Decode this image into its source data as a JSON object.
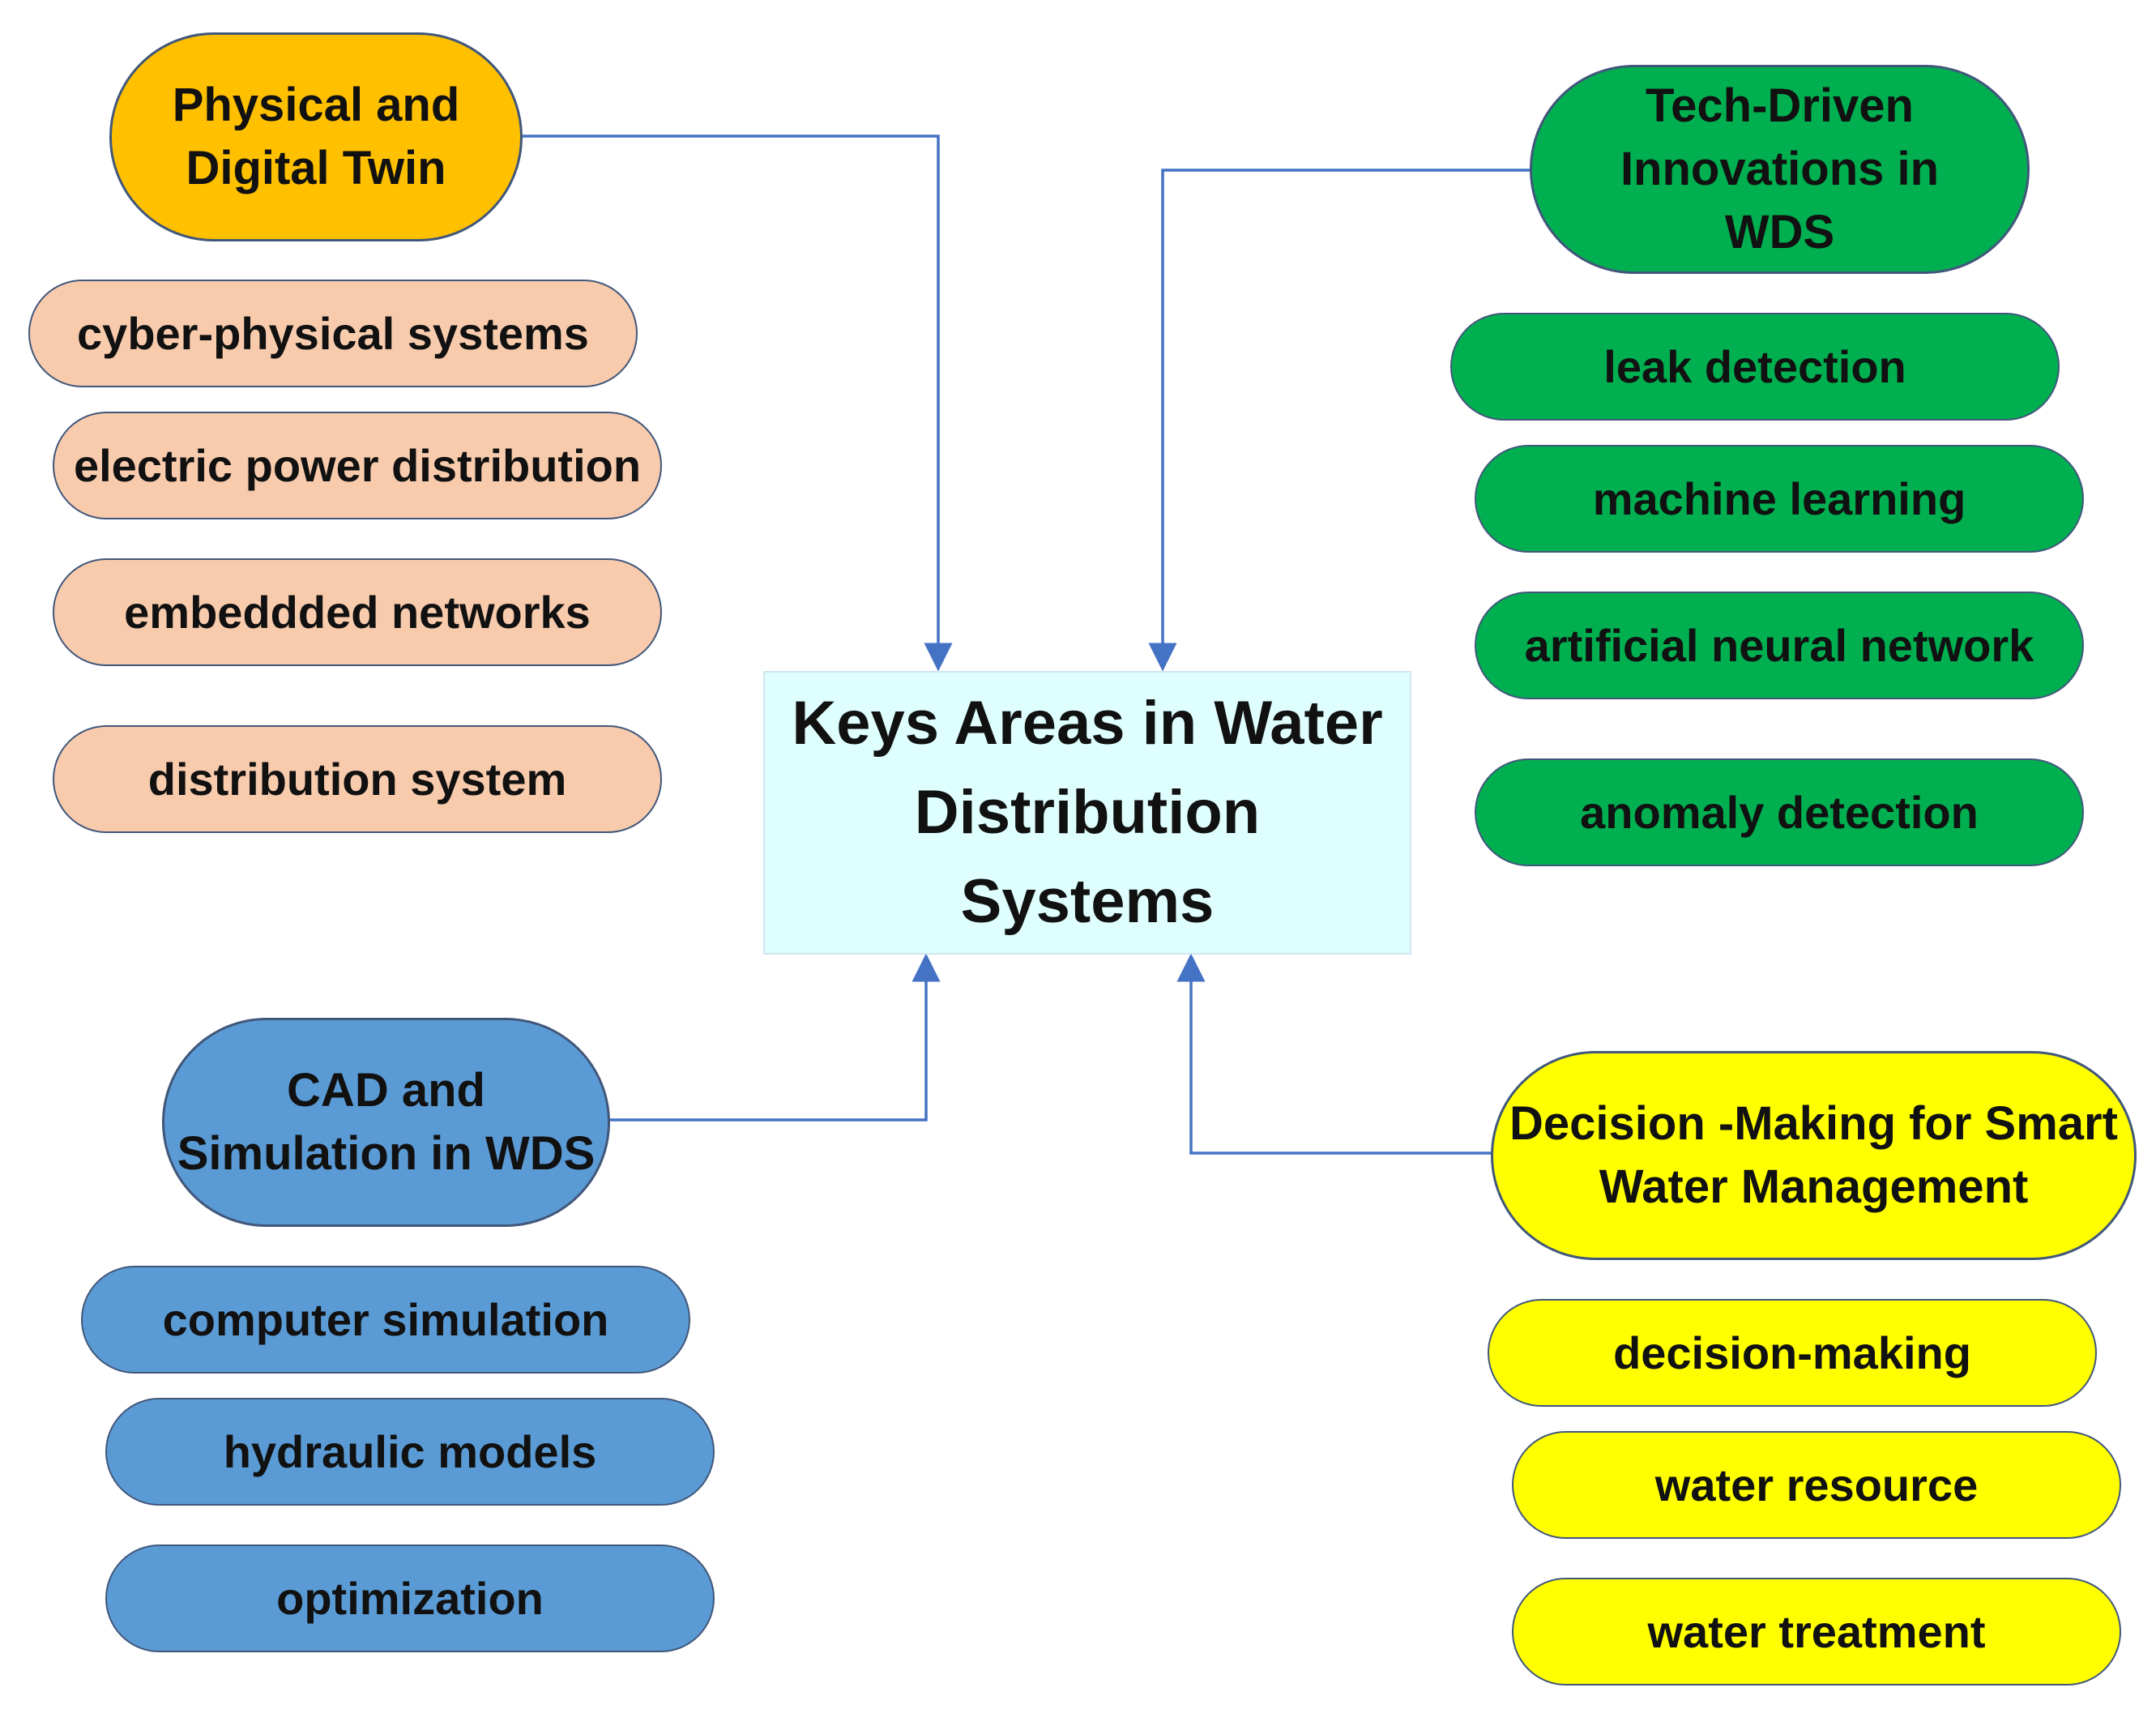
{
  "center": {
    "title": "Keys Areas in Water Distribution Systems",
    "color": "#dfffff"
  },
  "connector_color": "#4472c4",
  "groups": {
    "physical_digital_twin": {
      "label": "Physical and Digital Twin",
      "color": "#ffc000",
      "item_color": "#f8cbad",
      "items": [
        "cyber-physical systems",
        "electric power distribution",
        "embeddded networks",
        "distribution system"
      ]
    },
    "tech_driven": {
      "label": "Tech-Driven Innovations in WDS",
      "color": "#00b050",
      "item_color": "#00b050",
      "items": [
        "leak detection",
        "machine learning",
        "artificial neural network",
        "anomaly detection"
      ]
    },
    "cad_simulation": {
      "label": "CAD and Simulation in WDS",
      "color": "#5b9bd5",
      "item_color": "#5b9bd5",
      "items": [
        "computer simulation",
        "hydraulic models",
        "optimization"
      ]
    },
    "decision_making": {
      "label": "Decision -Making for Smart Water Management",
      "color": "#ffff00",
      "item_color": "#ffff00",
      "items": [
        "decision-making",
        "water resource",
        "water treatment"
      ]
    }
  }
}
